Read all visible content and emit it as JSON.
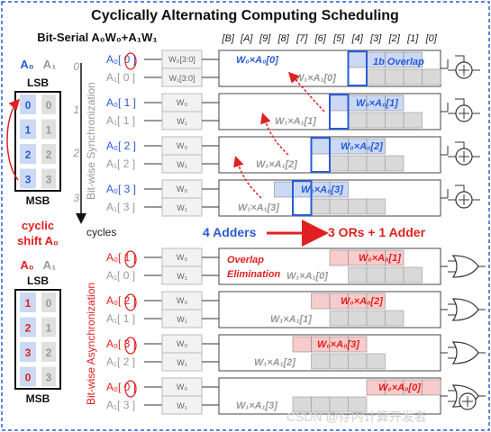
{
  "title": "Cyclically Alternating Computing Scheduling",
  "subtitle": "Bit-Serial A₀W₀+A₁W₁",
  "bit_headers": [
    "[B]",
    "[A]",
    "[9]",
    "[8]",
    "[7]",
    "[6]",
    "[5]",
    "[4]",
    "[3]",
    "[2]",
    "[1]",
    "[0]"
  ],
  "labels": {
    "a0": "A₀",
    "a1": "A₁",
    "lsb": "LSB",
    "msb": "MSB",
    "cyclic": "cyclic",
    "shift": "shift A₀",
    "cycles": "cycles",
    "sync": "Bit-wise Synchronization",
    "async": "Bit-wise Asynchronization",
    "overlap1b": "1b Overlap",
    "overlap_elim_1": "Overlap",
    "overlap_elim_2": "Elimination",
    "adders_4": "4 Adders",
    "ors_adder": "3 ORs + 1 Adder",
    "watermark": "CSDN @存内计算开发者"
  },
  "colors": {
    "blue": "#2a5bd7",
    "red": "#e02020",
    "lightblue": "#cbd9f5",
    "pink": "#f7cccc",
    "grayfill": "#d9d9d9"
  },
  "top_col_blue": [
    "0",
    "1",
    "2",
    "3"
  ],
  "top_col_gray": [
    "0",
    "1",
    "2",
    "3"
  ],
  "bot_col_red": [
    "1",
    "2",
    "3",
    "0"
  ],
  "bot_col_gray": [
    "0",
    "1",
    "2",
    "3"
  ],
  "cycle_numbers": [
    "0",
    "1",
    "2",
    "3"
  ],
  "sync_rows": [
    {
      "a0": "A₀[ 0 ]",
      "a1": "A₁[ 0 ]",
      "w0": "W₀[3:0]",
      "w1": "W₁[3:0]",
      "p0": "W₀×A₀[0]",
      "p1": "W₁×A₁[0]"
    },
    {
      "a0": "A₀[ 1 ]",
      "a1": "A₁[ 1 ]",
      "w0": "W₀",
      "w1": "W₁",
      "p0": "W₀×A₀[1]",
      "p1": "W₁×A₁[1]"
    },
    {
      "a0": "A₀[ 2 ]",
      "a1": "A₁[ 2 ]",
      "w0": "W₀",
      "w1": "W₁",
      "p0": "W₀×A₀[2]",
      "p1": "W₁×A₁[2]"
    },
    {
      "a0": "A₀[ 3 ]",
      "a1": "A₁[ 3 ]",
      "w0": "W₀",
      "w1": "W₁",
      "p0": "W₀×A₀[3]",
      "p1": "W₁×A₁[3]"
    }
  ],
  "async_rows": [
    {
      "a0": "A₀[ 1 ]",
      "a1": "A₁[ 0 ]",
      "w0": "W₀",
      "w1": "W₁",
      "p0": "W₀×A₀[1]",
      "p1": "W₁×A₁[0]"
    },
    {
      "a0": "A₀[ 2 ]",
      "a1": "A₁[ 1 ]",
      "w0": "W₀",
      "w1": "W₁",
      "p0": "W₀×A₀[2]",
      "p1": "W₁×A₁[1]"
    },
    {
      "a0": "A₀[ 3 ]",
      "a1": "A₁[ 2 ]",
      "w0": "W₀",
      "w1": "W₁",
      "p0": "W₀×A₀[3]",
      "p1": "W₁×A₁[2]"
    },
    {
      "a0": "A₀[ 0 ]",
      "a1": "A₁[ 3 ]",
      "w0": "W₀",
      "w1": "W₁",
      "p0": "W₀×A₀[0]",
      "p1": "W₁×A₁[3]"
    }
  ]
}
